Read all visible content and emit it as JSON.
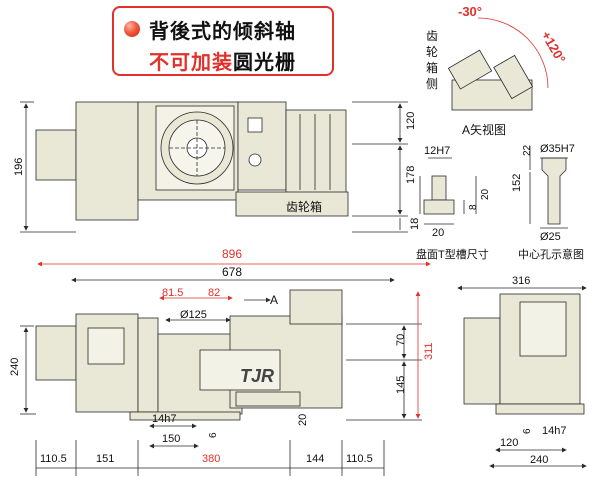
{
  "title": {
    "line1": "背後式的倾斜轴",
    "line2_red": "不可加装",
    "line2_black": "圆光栅"
  },
  "labels": {
    "gearbox_vertical": [
      "齿",
      "轮",
      "箱",
      "侧"
    ],
    "gearbox": "齿轮箱",
    "a_view": "A矢视图",
    "t_slot": "盘面T型槽尺寸",
    "center_hole": "中心孔示意图",
    "brand": "TJR",
    "arrow_a": "A"
  },
  "angles": {
    "neg": "-30°",
    "pos": "+120°"
  },
  "dims": {
    "top_196": "196",
    "top_120": "120",
    "top_178": "178",
    "top_18": "18",
    "d_12h7": "12H7",
    "d_8": "8",
    "d_20v": "20",
    "d_20h": "20",
    "d_22": "22",
    "d_35h7": "Ø35H7",
    "d_152": "152",
    "d_25": "Ø25",
    "w_896": "896",
    "w_678": "678",
    "d_81_5": "81.5",
    "d_82": "82",
    "d_125": "Ø125",
    "h_240": "240",
    "h_70": "70",
    "h_311": "311",
    "h_145": "145",
    "h_20": "20",
    "b_14h7": "14h7",
    "b_150": "150",
    "b_6": "6",
    "b_110_5a": "110.5",
    "b_151": "151",
    "b_380": "380",
    "b_144": "144",
    "b_110_5b": "110.5",
    "r_316": "316",
    "r_120": "120",
    "r_6": "6",
    "r_14h7": "14h7",
    "r_240": "240"
  },
  "colors": {
    "body": "#e9e7d6",
    "line": "#2a2a2a",
    "red": "#e2302a",
    "accent": "#e2302a"
  }
}
